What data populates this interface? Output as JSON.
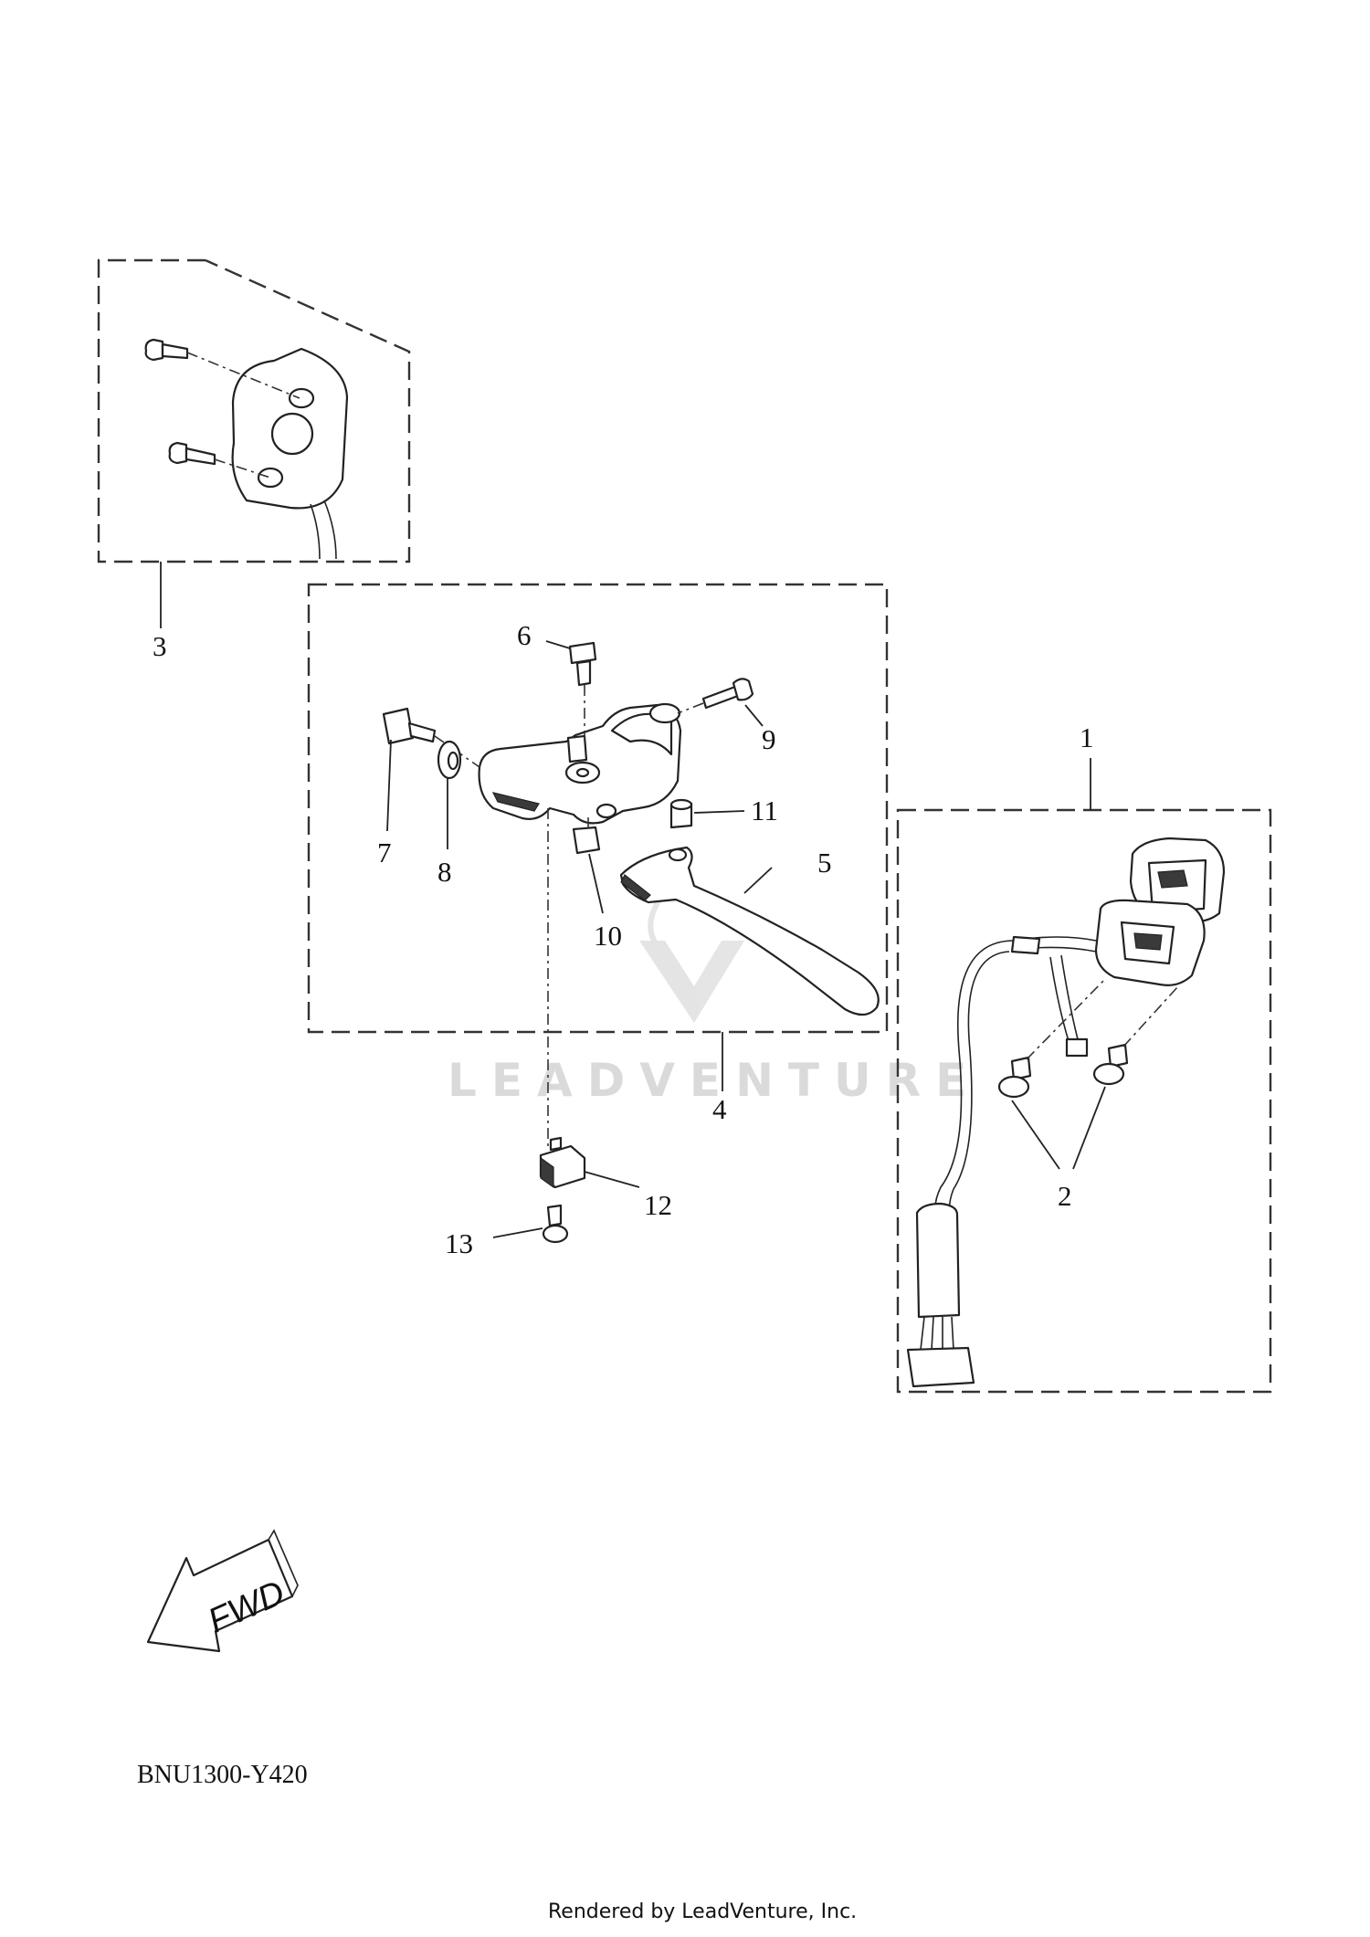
{
  "diagram": {
    "callouts": [
      "1",
      "2",
      "3",
      "4",
      "5",
      "6",
      "7",
      "8",
      "9",
      "10",
      "11",
      "12",
      "13"
    ],
    "diagram_code": "BNU1300-Y420",
    "direction_label": "FWD",
    "watermark": "LEADVENTURE",
    "footer_credit": "Rendered by LeadVenture, Inc."
  }
}
